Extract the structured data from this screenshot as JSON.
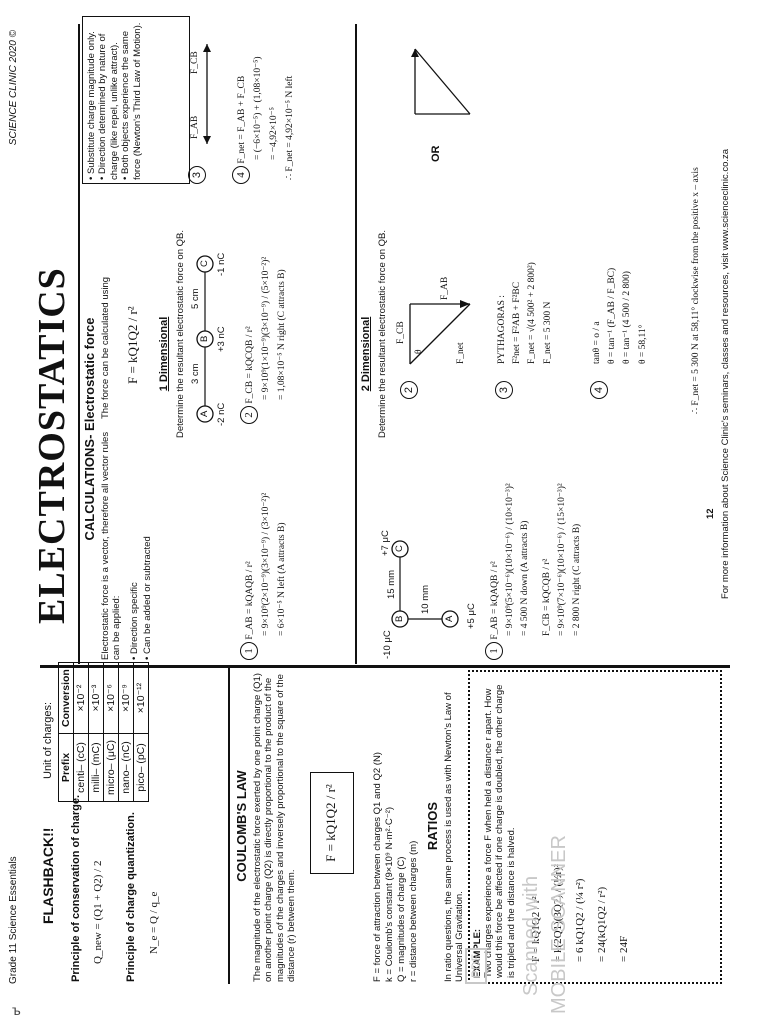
{
  "header": {
    "grade": "Grade 11 Science Essentials",
    "copyright": "SCIENCE CLINIC 2020 ©",
    "title": "ELECTROSTATICS"
  },
  "flashback": {
    "heading": "FLASHBACK!!",
    "conservation": "Principle of conservation of charge.",
    "conservation_formula": "Q_new = (Q1 + Q2) / 2",
    "quantization": "Principle of charge quantization.",
    "quantization_formula": "N_e = Q / q_e",
    "units_heading": "Unit of charges:",
    "units_cols": [
      "Prefix",
      "Conversion"
    ],
    "units_rows": [
      [
        "centi– (cC)",
        "×10⁻²"
      ],
      [
        "milli– (mC)",
        "×10⁻³"
      ],
      [
        "micro– (μC)",
        "×10⁻⁶"
      ],
      [
        "nano– (nC)",
        "×10⁻⁹"
      ],
      [
        "pico– (pC)",
        "×10⁻¹²"
      ]
    ]
  },
  "coulomb": {
    "heading": "COULOMB'S LAW",
    "text": "The magnitude of the electrostatic force exerted by one point charge (Q1) on another point charge (Q2) is directly proportional to the product of the magnitudes of the charges and inversely proportional to the square of the distance (r) between them.",
    "formula": "F = kQ1Q2 / r²",
    "defs": [
      "F = force of attraction between charges Q1 and Q2 (N)",
      "k = Coulomb's constant (9×10⁹ N·m²·C⁻²)",
      "Q = magnitudes of charge (C)",
      "r = distance between charges (m)"
    ]
  },
  "ratios": {
    "heading": "RATIOS",
    "text": "In ratio questions, the same process is used as with Newton's Law of Universal Gravitation.",
    "example_label": "EXAMPLE:",
    "example": "Two charges experience a force F when held a distance r apart. How would this force be affected if one charge is doubled, the other charge is tripled and the distance is halved.",
    "steps": [
      "F = kQ1Q2 / r²",
      "= k(2Q1)(3Q2) / (½r)²",
      "= 6 kQ1Q2 / (¼ r²)",
      "= 24(kQ1Q2 / r²)",
      "= 24F"
    ]
  },
  "calculations": {
    "heading": "CALCULATIONS- Electrostatic force",
    "intro": "Electrostatic force is a vector, therefore all vector rules can be applied:",
    "bullets": [
      "Direction specific",
      "Can be added or subtracted"
    ],
    "using": "The force can be calculated using",
    "formula": "F = kQ1Q2 / r²",
    "notes": [
      "Substitute charge magnitude only.",
      "Direction determined by nature of charge (like repel, unlike attract).",
      "Both objects experience the same force (Newton's Third Law of Motion)."
    ]
  },
  "one_d": {
    "heading": "1 Dimensional",
    "question": "Determine the resultant electrostatic force on QB.",
    "charges": [
      {
        "label": "A",
        "value": "-2 nC"
      },
      {
        "label": "B",
        "value": "+3 nC"
      },
      {
        "label": "C",
        "value": "-1 nC"
      }
    ],
    "distances": [
      "3 cm",
      "5 cm"
    ],
    "step1": [
      "F_AB = kQAQB / r²",
      "= 9×10⁹(2×10⁻⁹)(3×10⁻⁹) / (3×10⁻²)²",
      "= 6×10⁻⁵ N left (A attracts B)"
    ],
    "step2": [
      "F_CB = kQCQB / r²",
      "= 9×10⁹(1×10⁻⁹)(3×10⁻⁹) / (5×10⁻²)²",
      "= 1,08×10⁻⁵ N right (C attracts B)"
    ],
    "step3_labels": [
      "F_AB",
      "F_CB"
    ],
    "step4": [
      "F_net = F_AB + F_CB",
      "= (−6×10⁻⁵) + (1,08×10⁻⁵)",
      "= −4,92×10⁻⁵",
      "∴ F_net = 4,92×10⁻⁵ N left"
    ]
  },
  "two_d": {
    "heading": "2 Dimensional",
    "question": "Determine the resultant electrostatic force on QB.",
    "charges": [
      {
        "label": "A",
        "value": "+5 μC"
      },
      {
        "label": "B",
        "value": "-10 μC"
      },
      {
        "label": "C",
        "value": "+7 μC"
      }
    ],
    "distances": [
      "10 mm",
      "15 mm"
    ],
    "step1": [
      "F_AB = kQAQB / r²",
      "= 9×10⁹(5×10⁻⁶)(10×10⁻⁶) / (10×10⁻³)²",
      "= 4 500 N down (A attracts B)"
    ],
    "step1b": [
      "F_CB = kQCQB / r²",
      "= 9×10⁹(7×10⁻⁶)(10×10⁻⁶) / (15×10⁻³)²",
      "= 2 800 N right (C attracts B)"
    ],
    "vector_labels": [
      "F_CB",
      "θ",
      "F_AB",
      "F_net"
    ],
    "or_label": "OR",
    "pythagoras": [
      "PYTHAGORAS :",
      "F²net = F²AB + F²BC",
      "F_net = √(4 500² + 2 800²)",
      "F_net = 5 300 N"
    ],
    "trig": [
      "tanθ = o / a",
      "θ = tan⁻¹ (F_AB / F_BC)",
      "θ = tan⁻¹ (4 500 / 2 800)",
      "θ = 58,11°"
    ],
    "answer": "∴ F_net = 5 300 N at 58,11° clockwise from the positive x – axis"
  },
  "footer": {
    "page": "12",
    "info": "For more information about Science Clinic's seminars, classes and resources, visit www.scienceclinic.co.za"
  },
  "watermark": {
    "line1": "Scanned with",
    "line2": "MOBILE SCANNER",
    "badge": "PDF"
  }
}
